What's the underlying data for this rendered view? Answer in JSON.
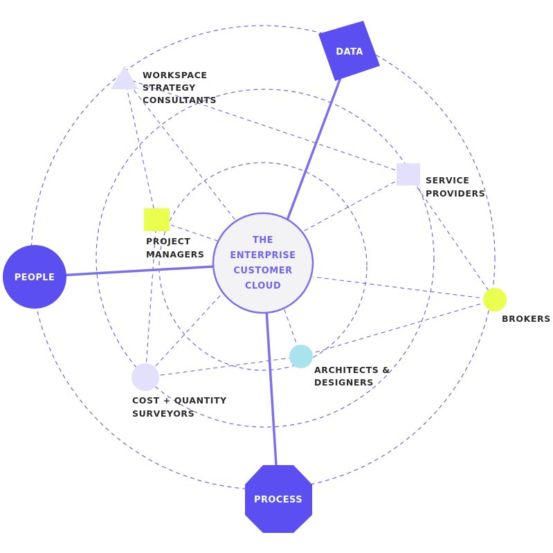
{
  "hub": {
    "lines": [
      "THE",
      "ENTERPRISE",
      "CUSTOMER",
      "CLOUD"
    ]
  },
  "pillars": {
    "data": "DATA",
    "people": "PEOPLE",
    "process": "PROCESS"
  },
  "stakeholders": {
    "workspace_strategy_consultants": [
      "WORKSPACE",
      "STRATEGY",
      "CONSULTANTS"
    ],
    "service_providers": [
      "SERVICE",
      "PROVIDERS"
    ],
    "project_managers": [
      "PROJECT",
      "MANAGERS"
    ],
    "brokers": [
      "BROKERS"
    ],
    "architects_designers": [
      "ARCHITECTS &",
      "DESIGNERS"
    ],
    "cost_quantity_surveyors": [
      "COST + QUANTITY",
      "SURVEYORS"
    ]
  },
  "colors": {
    "primary": "#5b4ff2",
    "hub_fill": "#f3f3f6",
    "hub_stroke": "#7a6ff0",
    "lavender": "#e3e0fb",
    "yellow": "#eaff4d",
    "cyan": "#a8e3ee",
    "ring": "#6b63e6"
  },
  "icons": {
    "workspace_strategy_consultants": "triangle-icon",
    "service_providers": "square-icon",
    "project_managers": "square-icon",
    "brokers": "circle-icon",
    "architects_designers": "circle-icon",
    "cost_quantity_surveyors": "circle-icon"
  }
}
